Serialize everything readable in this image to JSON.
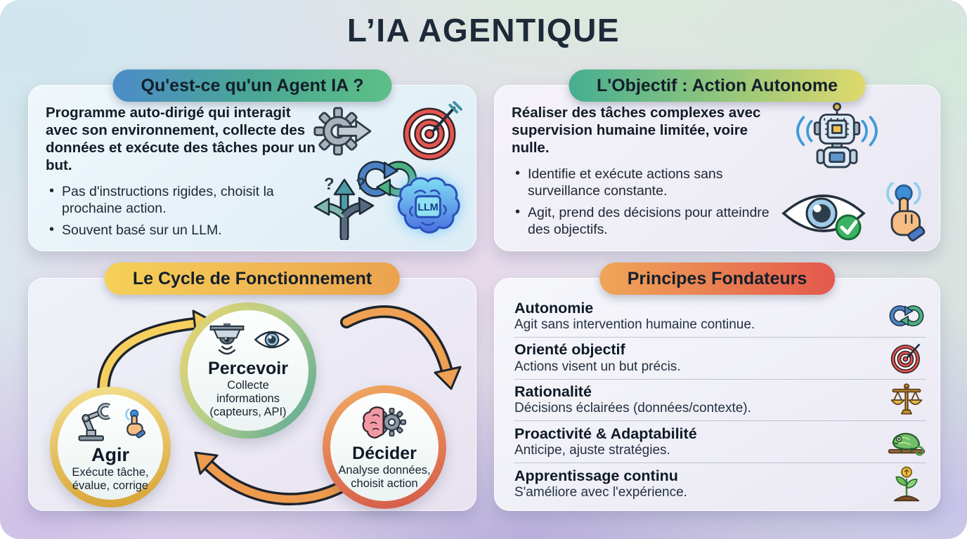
{
  "title": "L’IA AGENTIQUE",
  "bullet_char": "•",
  "panels": {
    "what": {
      "header": "Qu'est-ce qu'un Agent IA ?",
      "intro": "Programme auto-dirigé qui interagit avec son environnement, collecte des données et exécute des tâches pour un but.",
      "bullets": [
        "Pas d'instructions rigides, choisit la prochaine action.",
        "Souvent basé sur un LLM."
      ],
      "qmark": "?",
      "llm_label": "LLM",
      "icons": [
        "gear-arrow-icon",
        "target-icon",
        "infinity-loop-icon",
        "branching-arrows-icon",
        "llm-brain-icon"
      ]
    },
    "objective": {
      "header": "L'Objectif : Action Autonome",
      "intro": "Réaliser des tâches complexes avec supervision humaine limitée, voire nulle.",
      "bullets": [
        "Identifie et exécute actions sans surveillance constante.",
        "Agit, prend des décisions pour atteindre des objectifs."
      ],
      "icons": [
        "robot-icon",
        "eye-check-icon",
        "tap-icon"
      ]
    },
    "cycle": {
      "header": "Le Cycle de Fonctionnement",
      "steps": [
        {
          "title": "Percevoir",
          "desc": "Collecte informations (capteurs, API)",
          "icons": [
            "camera-icon",
            "eye-icon"
          ]
        },
        {
          "title": "Décider",
          "desc": "Analyse données, choisit action",
          "icons": [
            "brain-gear-icon"
          ]
        },
        {
          "title": "Agir",
          "desc": "Exécute tâche, évalue, corrige",
          "icons": [
            "robot-arm-icon",
            "tap-icon"
          ]
        }
      ]
    },
    "principles": {
      "header": "Principes Fondateurs",
      "items": [
        {
          "title": "Autonomie",
          "desc": "Agit sans intervention humaine continue.",
          "icon": "cycle-arrows-icon"
        },
        {
          "title": "Orienté objectif",
          "desc": "Actions visent un but précis.",
          "icon": "target-icon"
        },
        {
          "title": "Rationalité",
          "desc": "Décisions éclairées (données/contexte).",
          "icon": "scale-icon"
        },
        {
          "title": "Proactivité & Adaptabilité",
          "desc": "Anticipe, ajuste stratégies.",
          "icon": "chameleon-icon"
        },
        {
          "title": "Apprentissage continu",
          "desc": "S'améliore avec l'expérience.",
          "icon": "sprout-icon"
        }
      ]
    }
  },
  "colors": {
    "title_text": "#1d2a39",
    "pill_what": [
      "#4b8cc8",
      "#5dbf86"
    ],
    "pill_objective": [
      "#46ae92",
      "#dfd96c"
    ],
    "pill_cycle": [
      "#f5d058",
      "#eca24f"
    ],
    "pill_principles": [
      "#efa658",
      "#e4584c"
    ],
    "arrow_yellow": "#f6d05e",
    "arrow_orange": "#f0a052"
  }
}
